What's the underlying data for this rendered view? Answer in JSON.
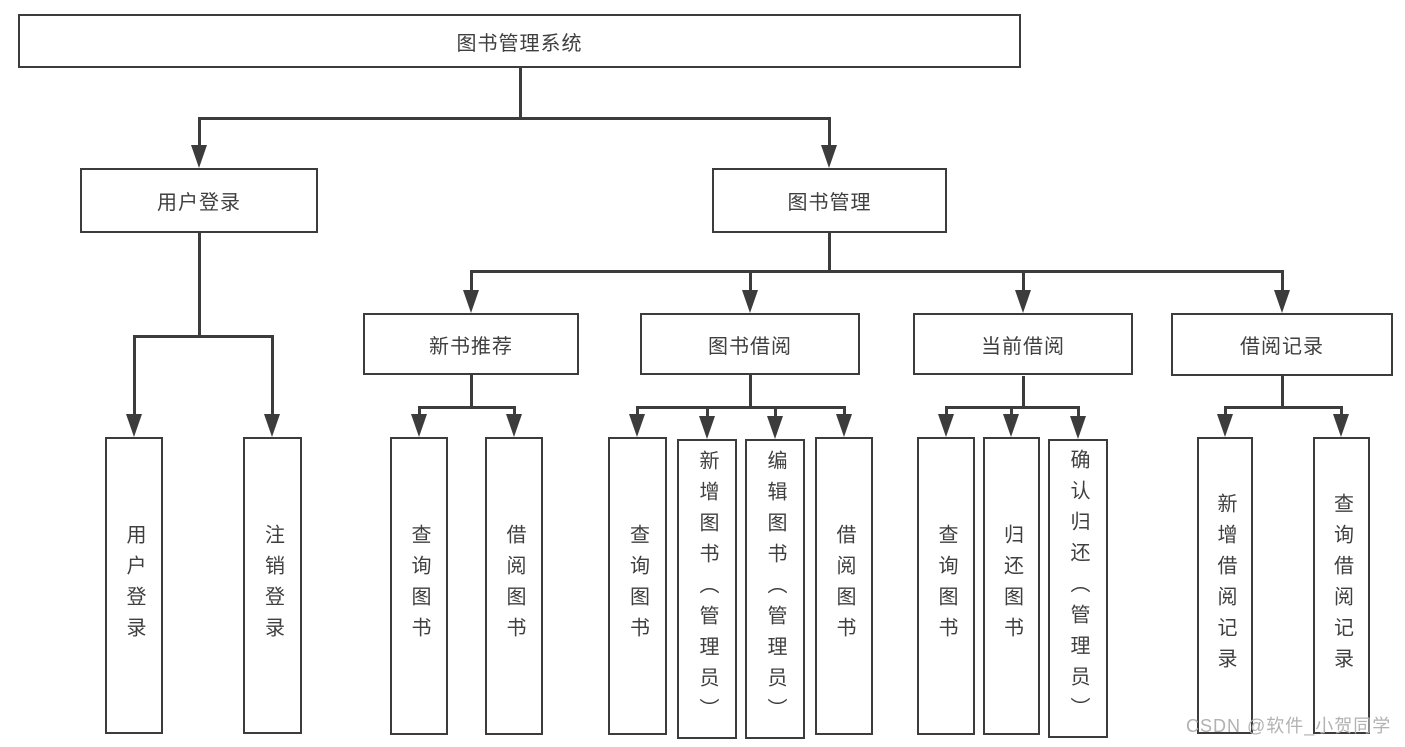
{
  "colors": {
    "line": "#3c3c3c",
    "text": "#3f3f3f",
    "box_fill": "#ffffff",
    "watermark": "#b3b1b1"
  },
  "tree": {
    "label": "图书管理系统",
    "children": [
      {
        "label": "用户登录",
        "children": [
          {
            "label": "用户登录"
          },
          {
            "label": "注销登录"
          }
        ]
      },
      {
        "label": "图书管理",
        "children": [
          {
            "label": "新书推荐",
            "children": [
              {
                "label": "查询图书"
              },
              {
                "label": "借阅图书"
              }
            ]
          },
          {
            "label": "图书借阅",
            "children": [
              {
                "label": "查询图书"
              },
              {
                "label": "新增图书（管理员）"
              },
              {
                "label": "编辑图书（管理员）"
              },
              {
                "label": "借阅图书"
              }
            ]
          },
          {
            "label": "当前借阅",
            "children": [
              {
                "label": "查询图书"
              },
              {
                "label": "归还图书"
              },
              {
                "label": "确认归还（管理员）"
              }
            ]
          },
          {
            "label": "借阅记录",
            "children": [
              {
                "label": "新增借阅记录"
              },
              {
                "label": "查询借阅记录"
              }
            ]
          }
        ]
      }
    ]
  },
  "watermark": {
    "text": "CSDN @软件_小贺同学"
  }
}
